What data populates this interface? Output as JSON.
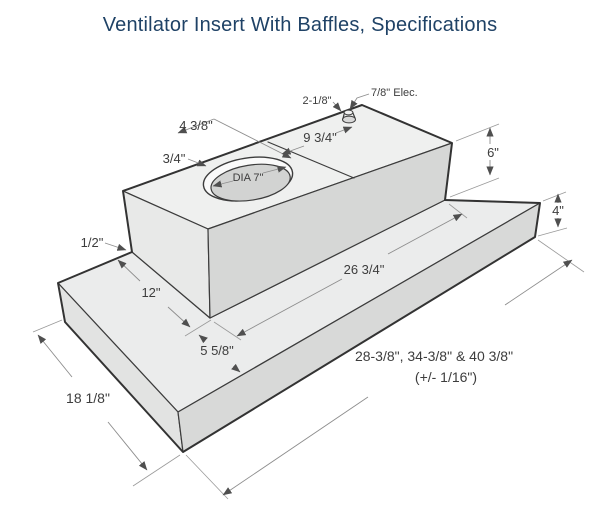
{
  "title": "Ventilator Insert With Baffles, Specifications",
  "colors": {
    "title_text": "#1f4266",
    "dimension_text": "#3d3d3d",
    "edge_lines": "#3c3c3c",
    "dimension_lines": "#8d8d8d",
    "face_top": "#eff0ef",
    "face_front": "#e8e9e8",
    "face_right": "#d6d7d6",
    "flange_top": "#ebecec",
    "flange_front_left": "#e2e3e2",
    "flange_front_right": "#d8d9d8",
    "collar": "#fafafa",
    "hole": "#d2d3d2"
  },
  "diagram": {
    "labels": {
      "knockout_offset": "2-1/8\"",
      "elec_knockout": "7/8\" Elec.",
      "collar_offset": "4 3/8\"",
      "duct_to_knockout": "9 3/4\"",
      "collar_height": "3/4\"",
      "duct_diameter": "DIA 7\"",
      "body_height": "6\"",
      "flange_height": "4\"",
      "lip": "1/2\"",
      "body_width": "26 3/4\"",
      "body_depth": "12\"",
      "front_border": "5 5/8\"",
      "flange_depth": "18 1/8\"",
      "overall_widths": "28-3/8\", 34-3/8\" & 40 3/8\"",
      "tolerance": "(+/- 1/16\")"
    }
  }
}
